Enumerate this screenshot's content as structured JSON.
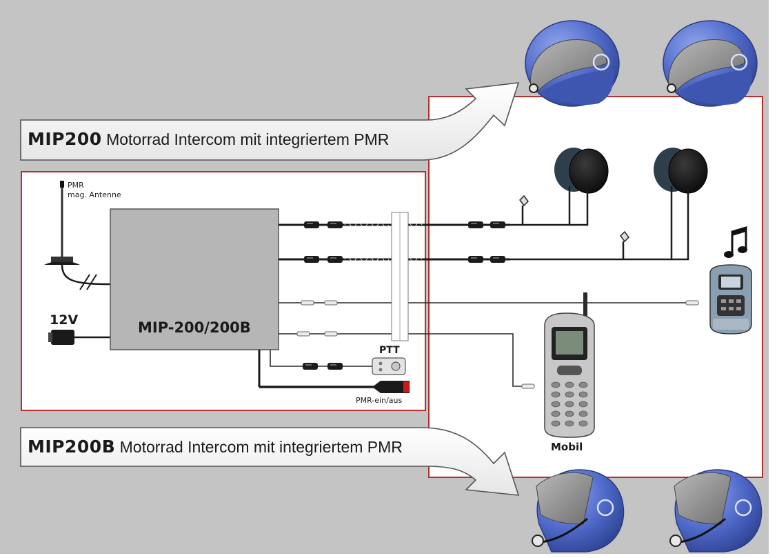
{
  "banner_mip200": {
    "model": "MIP200",
    "text": "Motorrad Intercom mit integriertem PMR"
  },
  "banner_mip200b": {
    "model": "MIP200B",
    "text": "Motorrad Intercom mit integriertem PMR"
  },
  "antenna": {
    "line1": "PMR",
    "line2": "mag. Antenne"
  },
  "power": {
    "label": "12V"
  },
  "unit": {
    "label": "MIP-200/200B"
  },
  "ptt": {
    "label": "PTT"
  },
  "pmr_switch": {
    "label": "PMR-ein/aus"
  },
  "phone": {
    "label": "Mobil"
  },
  "colors": {
    "background": "#c4c4c4",
    "frame_red": "#b4302c",
    "helmet_blue": "#4f69c8",
    "visor_gray": "#8c8c8c",
    "unit_gray": "#b6b6b6"
  }
}
